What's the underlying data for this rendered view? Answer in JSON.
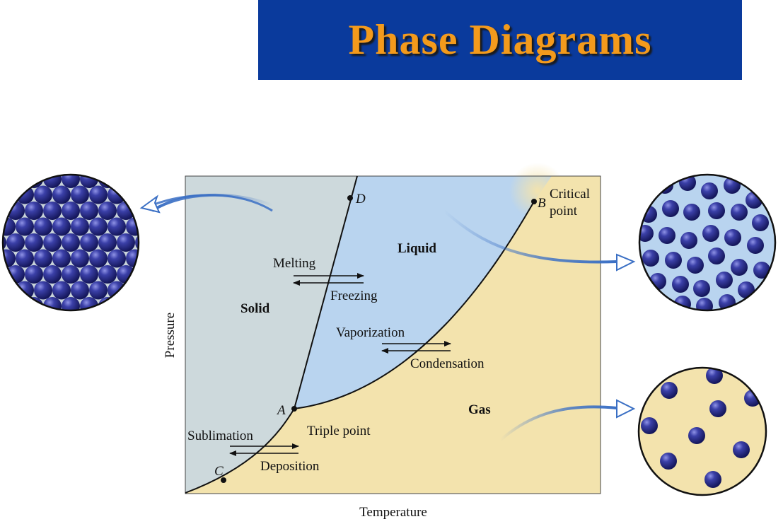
{
  "title": "Phase Diagrams",
  "axes": {
    "x_label": "Temperature",
    "y_label": "Pressure"
  },
  "regions": {
    "solid": "Solid",
    "liquid": "Liquid",
    "gas": "Gas"
  },
  "points": {
    "A": "A",
    "B": "B",
    "C": "C",
    "D": "D",
    "critical_line1": "Critical",
    "critical_line2": "point",
    "triple": "Triple point"
  },
  "transitions": {
    "melting": "Melting",
    "freezing": "Freezing",
    "vaporization": "Vaporization",
    "condensation": "Condensation",
    "sublimation": "Sublimation",
    "deposition": "Deposition"
  },
  "colors": {
    "banner": "#0a3a9c",
    "title": "#f39a1c",
    "solid_region": "#cdd9dc",
    "liquid_region": "#b9d4ef",
    "gas_region": "#f3e3ad",
    "particle": "#2a2f8a",
    "arrow": "#3a6fc4"
  }
}
